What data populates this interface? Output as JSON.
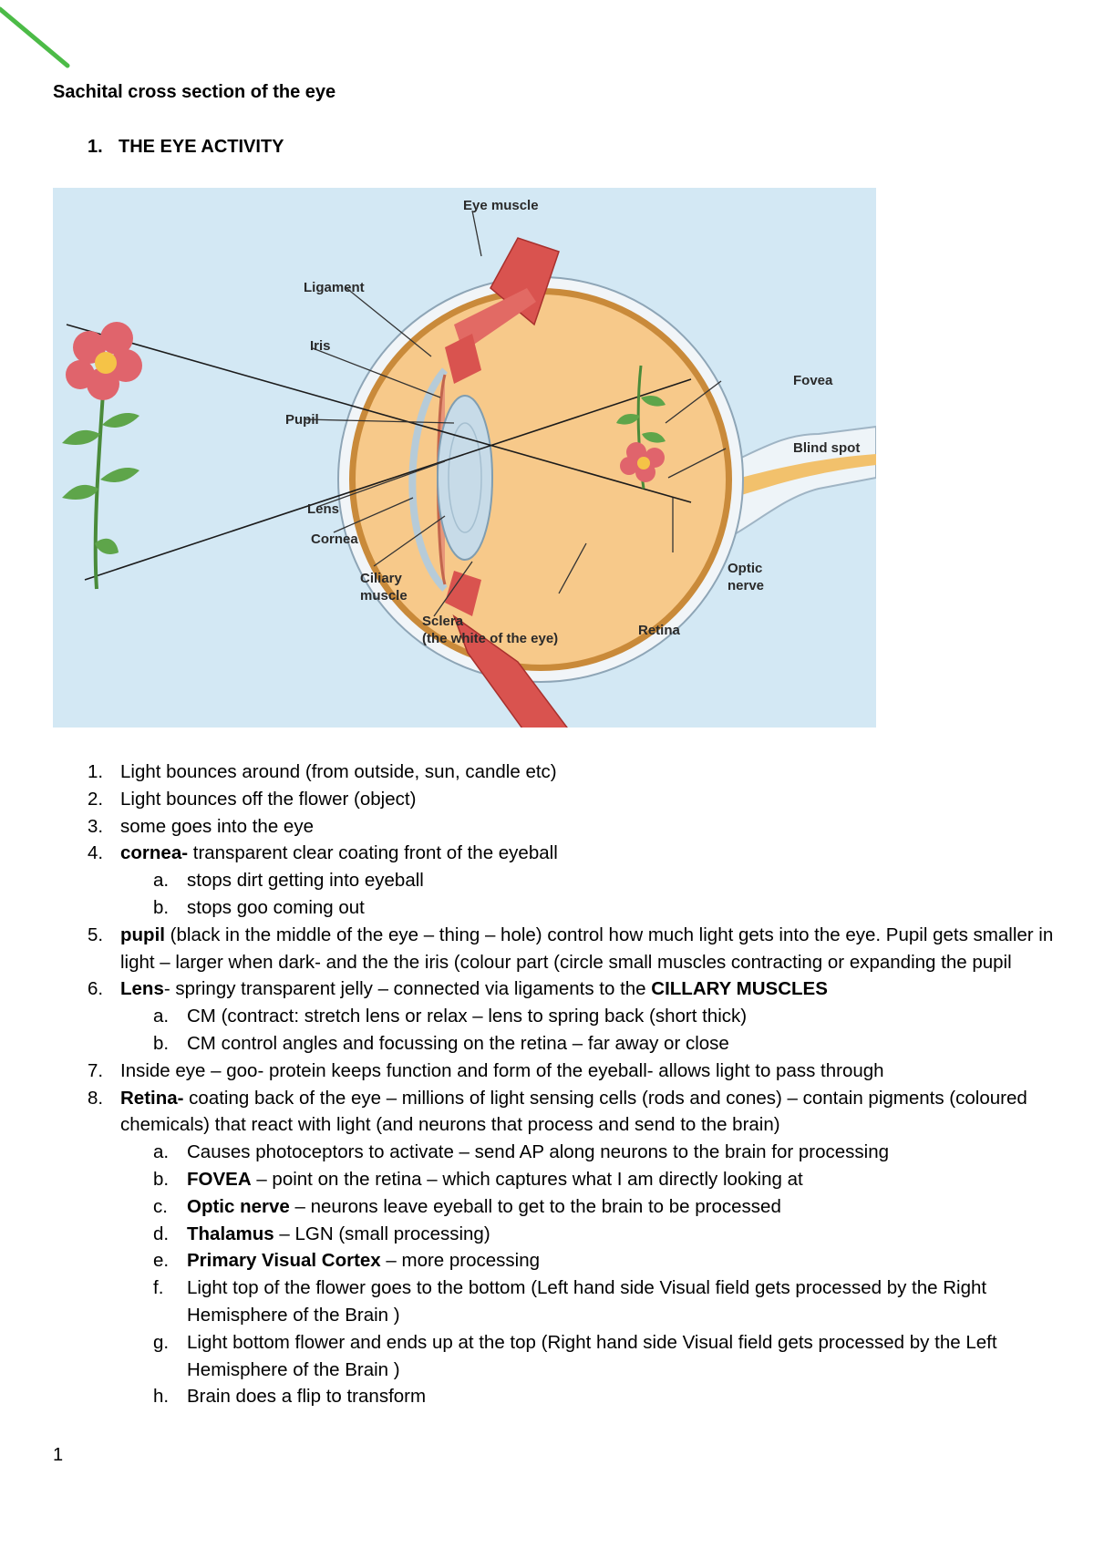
{
  "colors": {
    "corner_mark": "#4cbb47",
    "figure_background": "#d3e8f4",
    "eyeball": "#f7c98a",
    "muscle": "#d9534f"
  },
  "doc": {
    "title": "Sachital cross section of the eye",
    "section_number": "1.",
    "section_title": "THE EYE ACTIVITY",
    "page_number": "1"
  },
  "figure": {
    "labels": {
      "eye_muscle": "Eye muscle",
      "ligament": "Ligament",
      "iris": "Iris",
      "pupil": "Pupil",
      "lens": "Lens",
      "cornea": "Cornea",
      "ciliary_1": "Ciliary",
      "ciliary_2": "muscle",
      "sclera_1": "Sclera",
      "sclera_2": "(the white of the eye)",
      "retina": "Retina",
      "optic_1": "Optic",
      "optic_2": "nerve",
      "fovea": "Fovea",
      "blind_spot": "Blind spot"
    }
  },
  "list": {
    "i1": {
      "num": "1.",
      "text": "Light bounces around (from outside, sun, candle etc)"
    },
    "i2": {
      "num": "2.",
      "text": "Light bounces off the flower (object)"
    },
    "i3": {
      "num": "3.",
      "text": "some goes into the eye"
    },
    "i4": {
      "num": "4.",
      "bold": "cornea-",
      "text": " transparent clear coating front of the eyeball",
      "a": {
        "num": "a.",
        "text": "stops dirt getting into eyeball"
      },
      "b": {
        "num": "b.",
        "text": "stops goo coming out"
      }
    },
    "i5": {
      "num": "5.",
      "bold": "pupil",
      "text": " (black in the middle of the eye – thing – hole) control how much light gets into the eye. Pupil gets smaller in light – larger when dark- and the the iris (colour part (circle small muscles contracting or expanding the pupil"
    },
    "i6": {
      "num": "6.",
      "bold": "Lens",
      "text": "- springy transparent jelly – connected via ligaments to the ",
      "bold2": "CILLARY MUSCLES",
      "a": {
        "num": "a.",
        "text": "CM (contract: stretch lens or relax – lens to spring back (short thick)"
      },
      "b": {
        "num": "b.",
        "text": "CM control angles and focussing on the retina – far away or close"
      }
    },
    "i7": {
      "num": "7.",
      "text": "Inside eye – goo- protein keeps function and form of the eyeball- allows light to pass through"
    },
    "i8": {
      "num": "8.",
      "bold": "Retina-",
      "text": " coating back of the eye – millions of light sensing cells (rods and cones) – contain pigments (coloured chemicals) that react with light (and neurons that process and send to the brain)",
      "a": {
        "num": "a.",
        "text": "Causes photoceptors to activate – send AP along neurons to the brain for processing"
      },
      "b": {
        "num": "b.",
        "bold": "FOVEA",
        "text": " – point on the retina – which captures what I am directly looking at"
      },
      "c": {
        "num": "c.",
        "bold": "Optic nerve",
        "text": " – neurons leave eyeball to get to the brain to be processed"
      },
      "d": {
        "num": "d.",
        "bold": "Thalamus",
        "text": " – LGN (small processing)"
      },
      "e": {
        "num": "e.",
        "bold": "Primary Visual Cortex",
        "text": " – more processing"
      },
      "f": {
        "num": "f.",
        "text": "Light top of the flower goes to the bottom (Left hand side Visual field gets processed by the Right Hemisphere of the Brain )"
      },
      "g": {
        "num": "g.",
        "text": "Light bottom flower and ends up at the top (Right  hand side Visual field gets processed by the Left Hemisphere of the Brain )"
      },
      "h": {
        "num": "h.",
        "text": "Brain does a flip to transform"
      }
    }
  }
}
